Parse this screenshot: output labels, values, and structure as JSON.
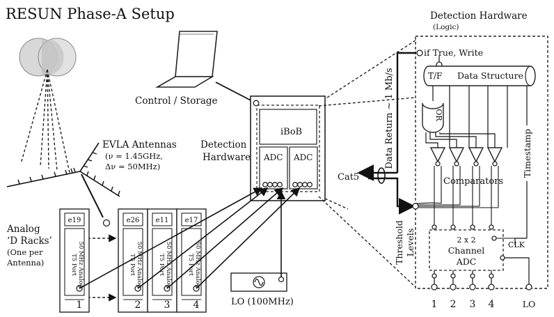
{
  "title": "RESUN Phase-A Setup",
  "control_storage": "Control / Storage",
  "evla": {
    "label": "EVLA Antennas",
    "nu": "(ν = 1.45GHz,",
    "dnu": "Δν = 50MHz)"
  },
  "detection_left": [
    "Detection",
    "Hardware"
  ],
  "ibob": "iBoB",
  "adc": "ADC",
  "analog": {
    "line1": "Analog",
    "line2": "‘D Racks’",
    "line3": "(One per",
    "line4": "Antenna)"
  },
  "racks": [
    {
      "id": "e19",
      "port": "T5 Port",
      "analog": "50 MHz Analog",
      "num": "1"
    },
    {
      "id": "e26",
      "port": "T5 Port",
      "analog": "50 MHz Analog",
      "num": "2"
    },
    {
      "id": "e11",
      "port": "T5 Port",
      "analog": "50 MHz Analog",
      "num": "3"
    },
    {
      "id": "e17",
      "port": "T5 Port",
      "analog": "50 MHz Analog",
      "num": "4"
    }
  ],
  "lo_label": "LO (100MHz)",
  "cat5": "Cat5",
  "right": {
    "title": "Detection Hardware",
    "subtitle": "(Logic)",
    "if_true": "if True, Write",
    "tf": "T/F",
    "data_structure": "Data Structure",
    "or": "OR",
    "comparators": "Comparators",
    "timestamp": "Timestamp",
    "data_return": "Data Return ~ 1 Mb/s",
    "threshold": [
      "Threshold",
      "Levels"
    ],
    "clk": "CLK",
    "channel_adc": [
      "2 x 2",
      "Channel",
      "ADC"
    ],
    "bottom_labels": [
      "1",
      "2",
      "3",
      "4",
      "LO"
    ]
  }
}
